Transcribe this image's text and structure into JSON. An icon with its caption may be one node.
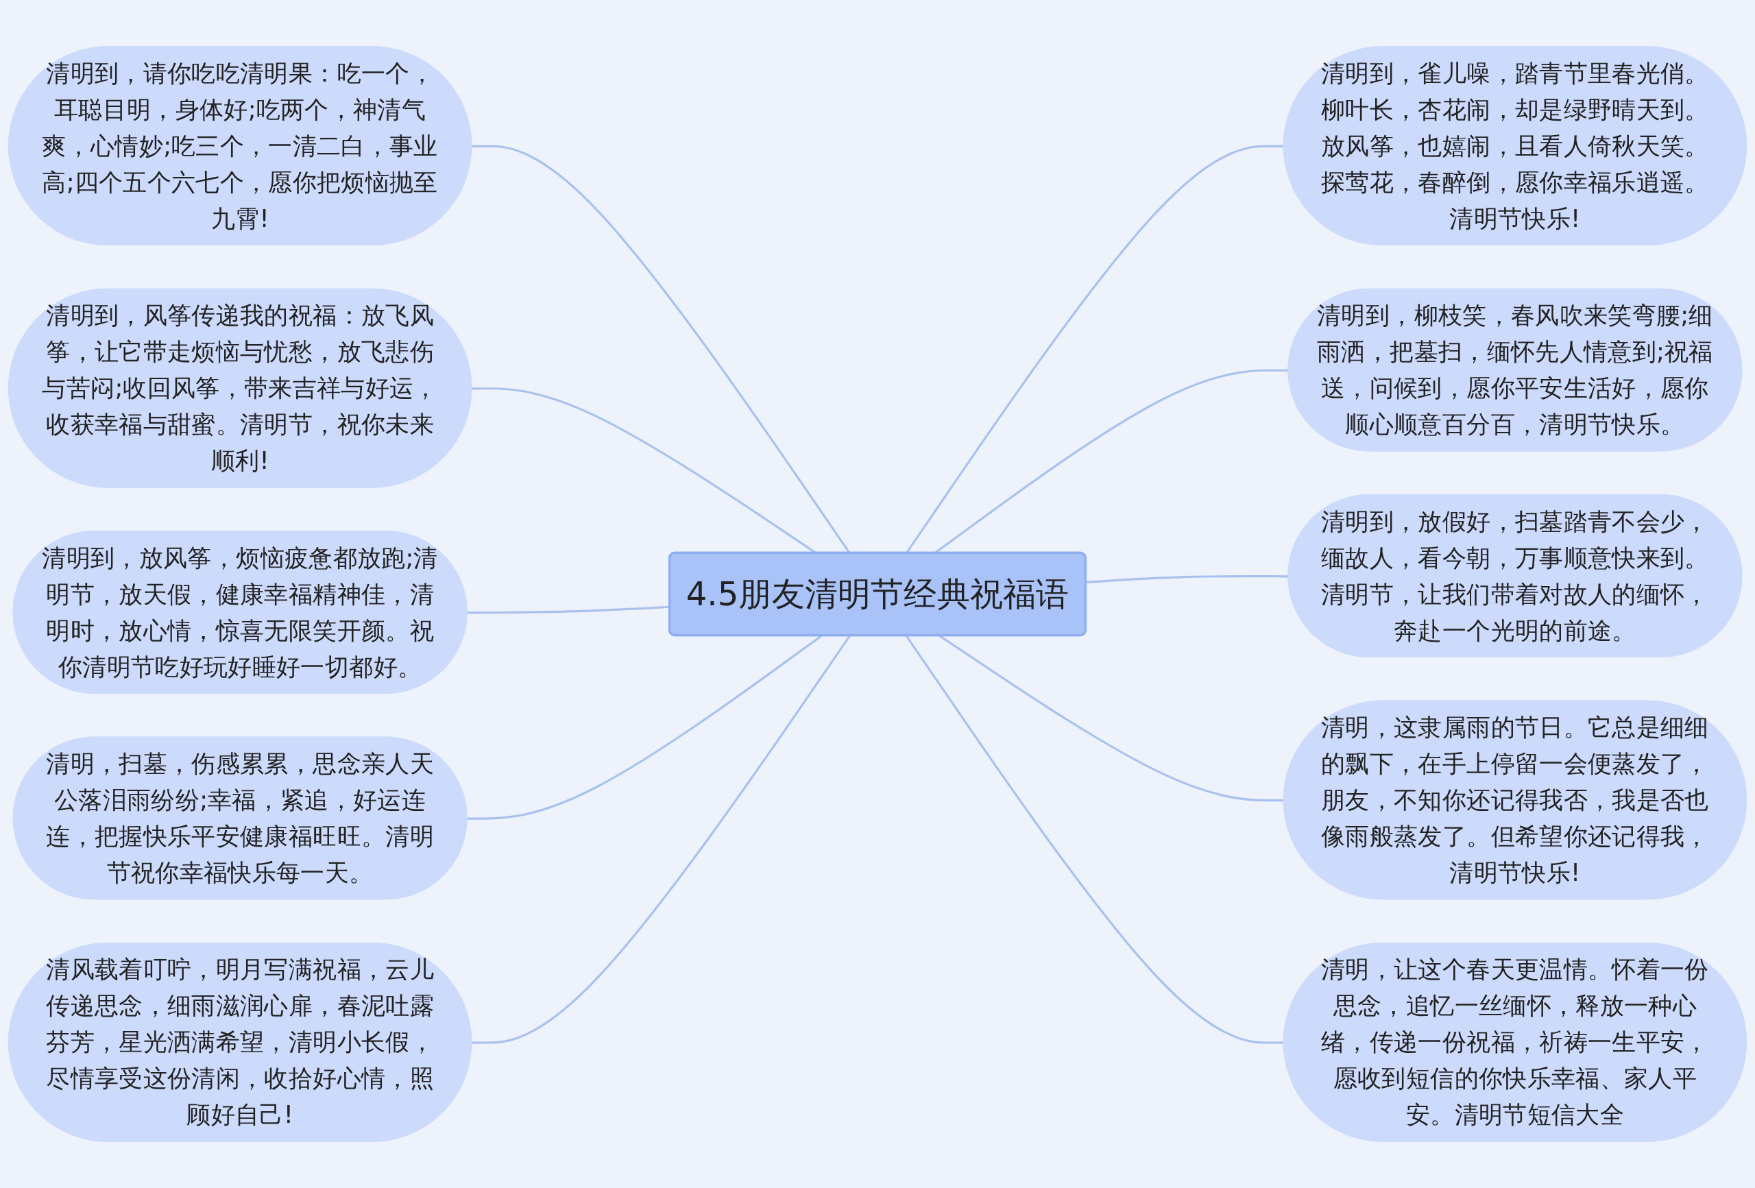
{
  "diagram": {
    "nodes": [
      {
        "text": [
          "4.5朋友清明节经典祝福语"
        ]
      },
      {
        "text": [
          "清明到，请你吃吃清明果：吃一个，耳聪目明，身体好;吃两个，神清气爽，心情妙;吃三个，一清二白，事业高;四个五个六七个，愿你把烦恼抛至九霄!"
        ]
      },
      {
        "text": [
          "清明到，风筝传递我的祝福：放飞风筝，让它带走烦恼与忧愁，放飞悲伤与苦闷;收回风筝，带来吉祥与好运，收获幸福与甜蜜。清明节，祝你未来顺利!"
        ]
      },
      {
        "text": [
          "清明到，放风筝，烦恼疲惫都放跑;清明节，放天假，健康幸福精神佳，清明时，放心情，惊喜无限笑开颜。祝你清明节吃好玩好睡好一切都好。"
        ]
      },
      {
        "text": [
          "清明，扫墓，伤感累累，思念亲人天公落泪雨纷纷;幸福，紧追，好运连连，把握快乐平安健康福旺旺。清明节祝你幸福快乐每一天。"
        ]
      },
      {
        "text": [
          "清风载着叮咛，明月写满祝福，云儿传递思念，细雨滋润心扉，春泥吐露芬芳，星光洒满希望，清明小长假，尽情享受这份清闲，收拾好心情，照顾好自己!"
        ]
      },
      {
        "text": [
          "清明到，雀儿噪，踏青节里春光俏。柳叶长，杏花闹，却是绿野晴天到。放风筝，也嬉闹，且看人倚秋天笑。探莺花，春醉倒，愿你幸福乐逍遥。清明节快乐!"
        ]
      },
      {
        "text": [
          "清明到，柳枝笑，春风吹来笑弯腰;细雨洒，把墓扫，缅怀先人情意到;祝福送，问候到，愿你平安生活好，愿你顺心顺意百分百，清明节快乐。"
        ]
      },
      {
        "text": [
          "清明到，放假好，扫墓踏青不会少，缅故人，看今朝，万事顺意快来到。清明节，让我们带着对故人的缅怀，奔赴一个光明的前途。"
        ]
      },
      {
        "text": [
          "清明，这隶属雨的节日。它总是细细的飘下，在手上停留一会便蒸发了，朋友，不知你还记得我否，我是否也像雨般蒸发了。但希望你还记得我，清明节快乐!"
        ]
      },
      {
        "text": [
          "清明，让这个春天更温情。怀着一份思念，追忆一丝缅怀，释放一种心绪，传递一份祝福，祈祷一生平安，愿收到短信的你快乐幸福、家人平安。清明节短信大全"
        ]
      }
    ],
    "edges": [
      {
        "from": 0,
        "to": 1,
        "arrow": "none"
      },
      {
        "from": 0,
        "to": 2,
        "arrow": "none"
      },
      {
        "from": 0,
        "to": 3,
        "arrow": "none"
      },
      {
        "from": 0,
        "to": 4,
        "arrow": "none"
      },
      {
        "from": 0,
        "to": 5,
        "arrow": "none"
      },
      {
        "from": 0,
        "to": 6,
        "arrow": "none"
      },
      {
        "from": 0,
        "to": 7,
        "arrow": "none"
      },
      {
        "from": 0,
        "to": 8,
        "arrow": "none"
      },
      {
        "from": 0,
        "to": 9,
        "arrow": "none"
      },
      {
        "from": 0,
        "to": 10,
        "arrow": "none"
      }
    ]
  }
}
